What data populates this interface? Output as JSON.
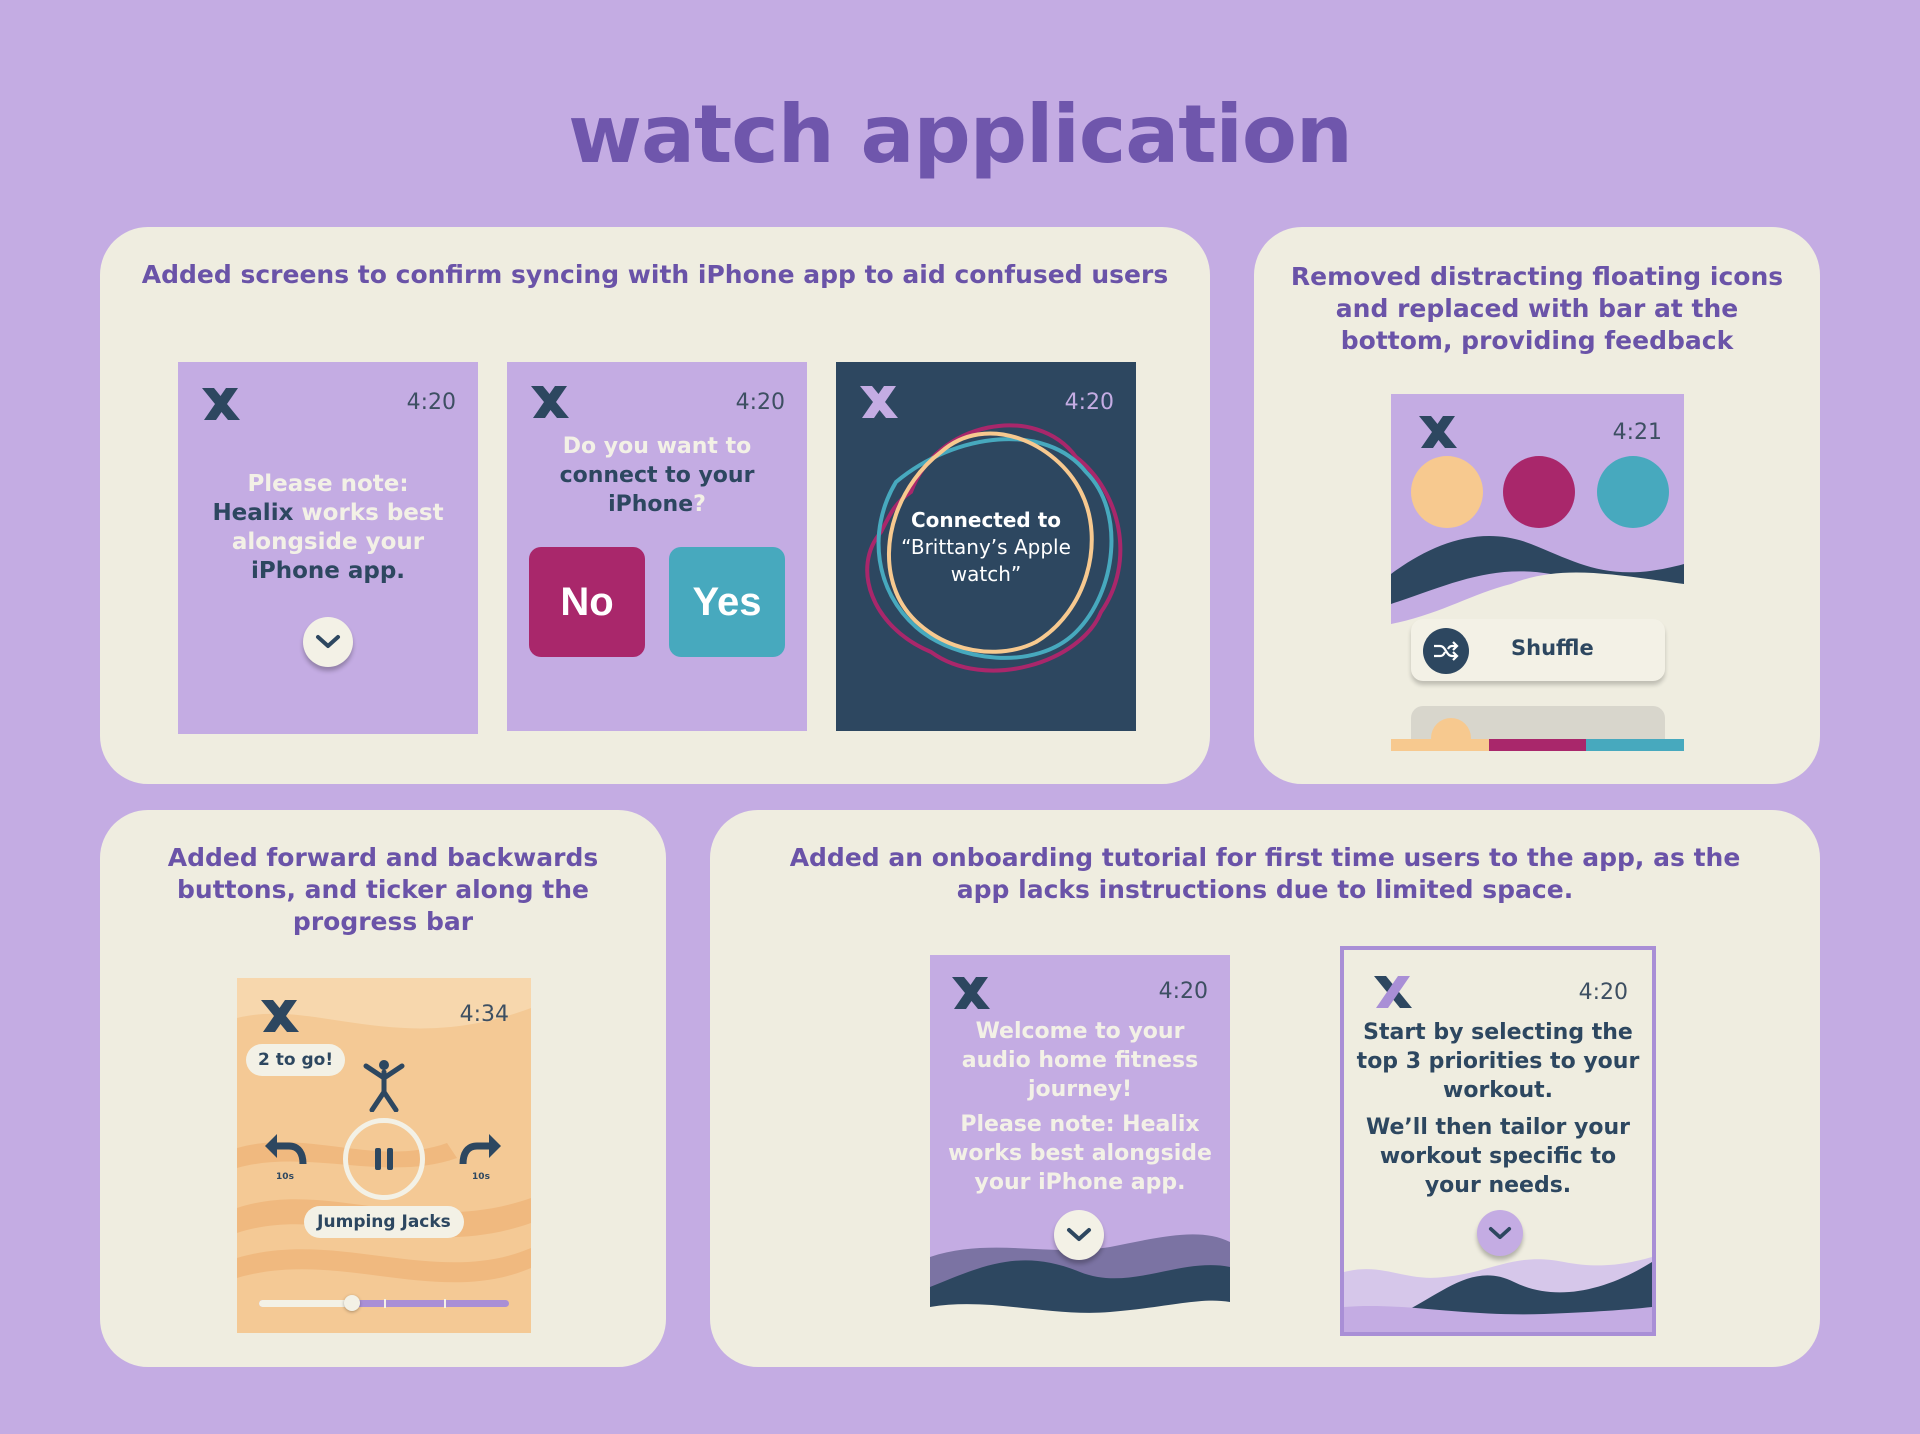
{
  "page": {
    "title": "watch application"
  },
  "colors": {
    "background": "#c4ace3",
    "card": "#efede0",
    "accent": "#6f56ac",
    "navy": "#2d4760",
    "magenta": "#a9276b",
    "teal": "#47a9be",
    "peach": "#f7c98f"
  },
  "cards": {
    "sync": {
      "caption": "Added screens to confirm syncing with iPhone app to aid confused users",
      "screens": [
        {
          "time": "4:20",
          "line1": "Please note:",
          "brand": "Healix",
          "line2": " works best",
          "line3": "alongside your",
          "line4": "iPhone app.",
          "icon": "chevron-down-icon"
        },
        {
          "time": "4:20",
          "q1": "Do you want to",
          "q2": "connect to your",
          "q3": "iPhone",
          "q4": "?",
          "no_label": "No",
          "yes_label": "Yes"
        },
        {
          "time": "4:20",
          "c1": "Connected to",
          "c2": "“Brittany’s Apple",
          "c3": "watch”"
        }
      ]
    },
    "feedback": {
      "caption": "Removed distracting floating icons and replaced with bar at the bottom, providing feedback",
      "screen": {
        "time": "4:21",
        "shuffle_label": "Shuffle",
        "icon": "shuffle-icon"
      }
    },
    "controls": {
      "caption": "Added forward and backwards buttons, and ticker along the progress bar",
      "screen": {
        "time": "4:34",
        "togo": "2 to go!",
        "back_label": "10s",
        "forward_label": "10s",
        "exercise": "Jumping Jacks",
        "progress": 0.37,
        "icons": [
          "replay-icon",
          "pause-icon",
          "forward-icon"
        ]
      }
    },
    "onboarding": {
      "caption": "Added an onboarding tutorial for first time users to the app, as the app lacks instructions due to limited space.",
      "screens": [
        {
          "time": "4:20",
          "w1": "Welcome to your",
          "w2": "audio home fitness",
          "w3": "journey!",
          "n1": "Please note: Healix",
          "n2": "works best alongside",
          "n3": "your iPhone app."
        },
        {
          "time": "4:20",
          "s1": "Start by selecting the",
          "s2": "top 3 priorities to your",
          "s3": "workout.",
          "t1": "We’ll then tailor your",
          "t2": "workout specific to",
          "t3": "your needs."
        }
      ]
    }
  }
}
